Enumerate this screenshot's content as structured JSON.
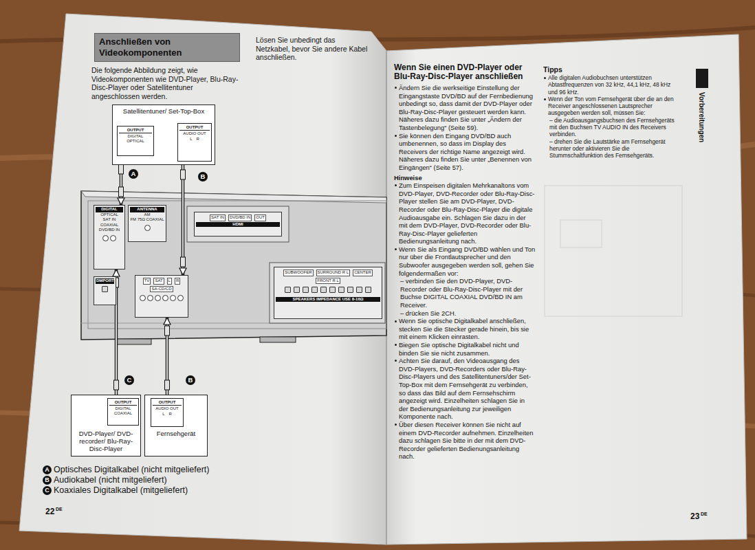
{
  "diagram": {
    "title": "Anschließen von Videokomponenten",
    "nodes": [
      {
        "text": [
          "Satellitentuner/ Set-Top-Box"
        ]
      },
      {
        "text": [
          "OUTPUT",
          "DIGITAL OPTICAL"
        ],
        "in": 0
      },
      {
        "text": [
          "OUTPUT",
          "AUDIO OUT",
          "L",
          "R"
        ],
        "in": 0
      },
      {
        "text": [
          "DIGITAL",
          "OPTICAL",
          "SAT IN",
          "COAXIAL",
          "DVD/BD IN"
        ]
      },
      {
        "text": [
          "ANTENNA",
          "AM",
          "FM 75Ω COAXIAL"
        ]
      },
      {
        "text": [
          "SAT IN",
          "DVD/BD IN",
          "OUT",
          "HDMI"
        ]
      },
      {
        "text": [
          "DMPORT"
        ]
      },
      {
        "text": [
          "TV",
          "SAT",
          "L",
          "R",
          "SA-CD/CD"
        ]
      },
      {
        "text": [
          "SUBWOOFER",
          "SURROUND R L",
          "CENTER",
          "FRONT R L",
          "SPEAKERS IMPEDANCE USE 8-16Ω"
        ]
      },
      {
        "text": [
          "DVD-Player/ DVD-recorder/ Blu-Ray-Disc-Player"
        ]
      },
      {
        "text": [
          "OUTPUT",
          "DIGITAL COAXIAL"
        ],
        "in": 9
      },
      {
        "text": [
          "Fernsehgerät"
        ]
      },
      {
        "text": [
          "OUTPUT",
          "AUDIO OUT",
          "L",
          "R"
        ],
        "in": 11
      }
    ],
    "edges": [
      {
        "from": 1,
        "to": 3,
        "arrow": "to"
      },
      {
        "from": 2,
        "to": 7,
        "arrow": "to"
      },
      {
        "from": 10,
        "to": 3,
        "arrow": "to"
      },
      {
        "from": 12,
        "to": 7,
        "arrow": "to"
      }
    ],
    "labels": [
      "Lösen Sie unbedingt das Netzkabel, bevor Sie andere Kabel anschließen.",
      "Die folgende Abbildung zeigt, wie Videokomponenten wie DVD-Player, Blu-Ray-Disc-Player oder Satellitentuner angeschlossen werden.",
      "A",
      "B",
      "C",
      "B",
      "A",
      "B",
      "C",
      "22",
      "DE",
      "Wenn Sie einen DVD-Player oder Blu-Ray-Disc-Player anschließen",
      "Ändern Sie die werkseitige Einstellung der Eingangstaste DVD/BD auf der Fernbedienung unbedingt so, dass damit der DVD-Player oder Blu-Ray-Disc-Player gesteuert werden kann. Näheres dazu finden Sie unter „Ändern der Tastenbelegung“ (Seite 59).",
      "Sie können den Eingang DVD/BD auch umbenennen, so dass im Display des Receivers der richtige Name angezeigt wird. Näheres dazu finden Sie unter „Benennen von Eingängen“ (Seite 57).",
      "Hinweise",
      "Zum Einspeisen digitalen Mehrkanaltons vom DVD-Player, DVD-Recorder oder Blu-Ray-Disc-Player stellen Sie am DVD-Player, DVD-Recorder oder Blu-Ray-Disc-Player die digitale Audioausgabe ein. Schlagen Sie dazu in der mit dem DVD-Player, DVD-Recorder oder Blu-Ray-Disc-Player gelieferten Bedienungsanleitung nach.",
      "Wenn Sie als Eingang DVD/BD wählen und Ton nur über die Frontlautsprecher und den Subwoofer ausgegeben werden soll, gehen Sie folgendermaßen vor:",
      "– verbinden Sie den DVD-Player, DVD-Recorder oder Blu-Ray-Disc-Player mit der Buchse DIGITAL COAXIAL DVD/BD IN am Receiver.",
      "– drücken Sie 2CH.",
      "Wenn Sie optische Digitalkabel anschließen, stecken Sie die Stecker gerade hinein, bis sie mit einem Klicken einrasten.",
      "Biegen Sie optische Digitalkabel nicht und binden Sie sie nicht zusammen.",
      "Achten Sie darauf, den Videoausgang des DVD-Players, DVD-Recorders oder Blu-Ray-Disc-Players und des Satellitentuners/der Set-Top-Box mit dem Fernsehgerät zu verbinden, so dass das Bild auf dem Fernsehschirm angezeigt wird. Einzelheiten schlagen Sie in der Bedienungsanleitung zur jeweiligen Komponente nach.",
      "Über diesen Receiver können Sie nicht auf einem DVD-Recorder aufnehmen. Einzelheiten dazu schlagen Sie bitte in der mit dem DVD-Recorder gelieferten Bedienungsanleitung nach.",
      "Tipps",
      "Alle digitalen Audiobuchsen unterstützen Abtastfrequenzen von 32 kHz, 44,1 kHz, 48 kHz und 96 kHz.",
      "Wenn der Ton vom Fernsehgerät über die an den Receiver angeschlossenen Lautsprecher ausgegeben werden soll, müssen Sie:",
      "– die Audioausgangsbuchsen des Fernsehgeräts mit den Buchsen TV AUDIO IN des Receivers verbinden.",
      "– drehen Sie die Lautstärke am Fernsehgerät herunter oder aktivieren Sie die Stummschaltfunktion des Fernsehgeräts.",
      "Vorbereitungen",
      "23",
      "DE"
    ],
    "legend": [
      {
        "text": "Optisches Digitalkabel (nicht mitgeliefert)"
      },
      {
        "text": "Audiokabel (nicht mitgeliefert)"
      },
      {
        "text": "Koaxiales Digitalkabel (mitgeliefert)"
      }
    ]
  }
}
